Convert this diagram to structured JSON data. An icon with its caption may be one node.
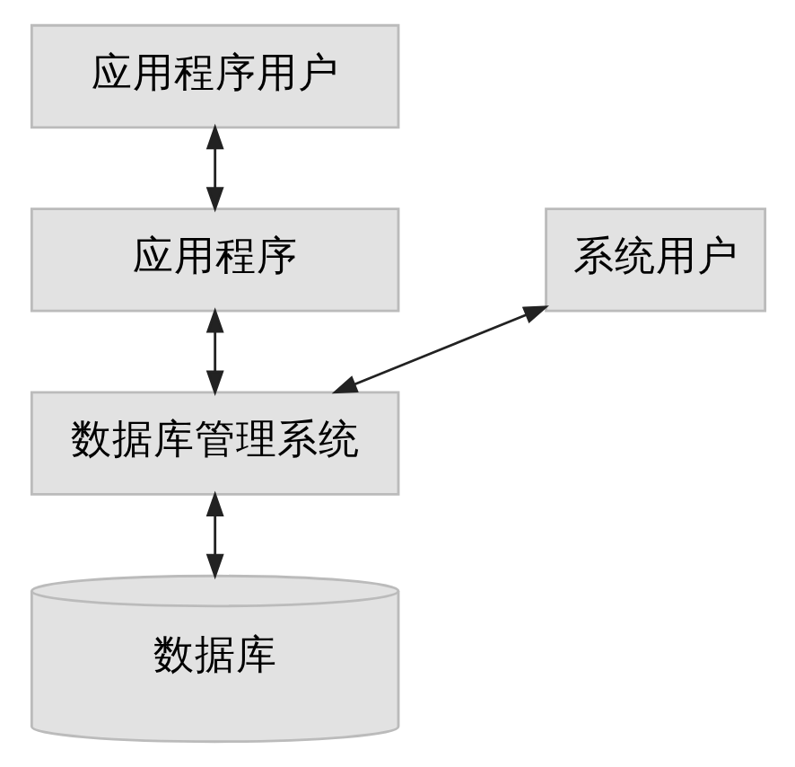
{
  "diagram": {
    "nodes": [
      {
        "text": [
          "应用程序用户"
        ]
      },
      {
        "text": [
          "应用程序"
        ]
      },
      {
        "text": [
          "数据库管理系统"
        ]
      },
      {
        "text": [
          "系统用户"
        ]
      },
      {
        "text": [
          "数据库"
        ]
      }
    ],
    "edges": [
      {
        "from": 0,
        "to": 1,
        "arrow": "both"
      },
      {
        "from": 1,
        "to": 2,
        "arrow": "both"
      },
      {
        "from": 2,
        "to": 3,
        "arrow": "both"
      },
      {
        "from": 2,
        "to": 4,
        "arrow": "both"
      }
    ]
  }
}
